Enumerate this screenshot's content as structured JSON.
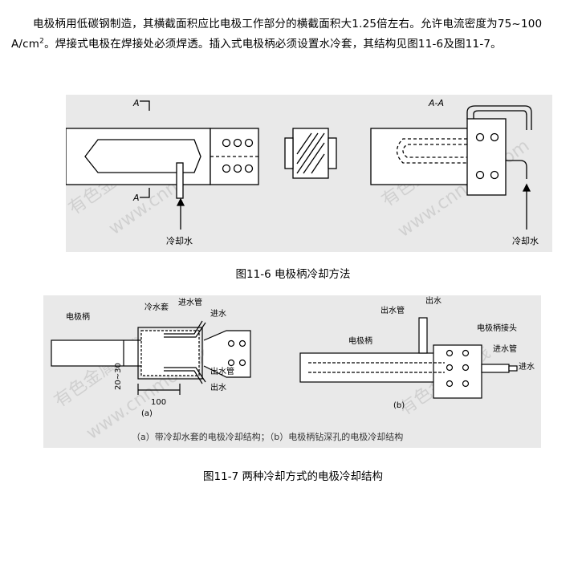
{
  "paragraph": {
    "part1": "电极柄用低碳钢制造，其横截面积应比电极工作部分的横截面积大1.25倍左右。允许电流密度为75~100 A/cm",
    "sup": "2",
    "part2": "。焊接式电极在焊接处必须焊透。插入式电极柄必须设置水冷套，其结构见图11-6及图11-7。"
  },
  "figure1": {
    "label_a_left": "A",
    "label_a_left2": "A",
    "label_section": "A-A",
    "water_left": "冷却水",
    "water_right": "冷却水",
    "caption": "图11-6  电极柄冷却方法"
  },
  "figure2": {
    "a": {
      "handle": "电极柄",
      "jacket": "冷水套",
      "inlet": "进水管",
      "water_in": "进水",
      "outlet": "出水管",
      "water_out": "出水",
      "dim_height": "20~30",
      "dim_length": "100",
      "tag": "(a)"
    },
    "b": {
      "outlet_pipe": "出水管",
      "water_out": "出水",
      "handle": "电极柄",
      "joint": "电极柄接头",
      "inlet_pipe": "进水管",
      "water_in": "进水",
      "tag": "(b)"
    },
    "sub_caption": "（a）带冷却水套的电极冷却结构；（b）电极柄钻深孔的电极冷却结构",
    "caption": "图11-7  两种冷却方式的电极冷却结构"
  },
  "watermarks": [
    "有色金属在线",
    "www.cnnmol.com",
    "有色金属在线",
    "www.cnnmol.com"
  ]
}
